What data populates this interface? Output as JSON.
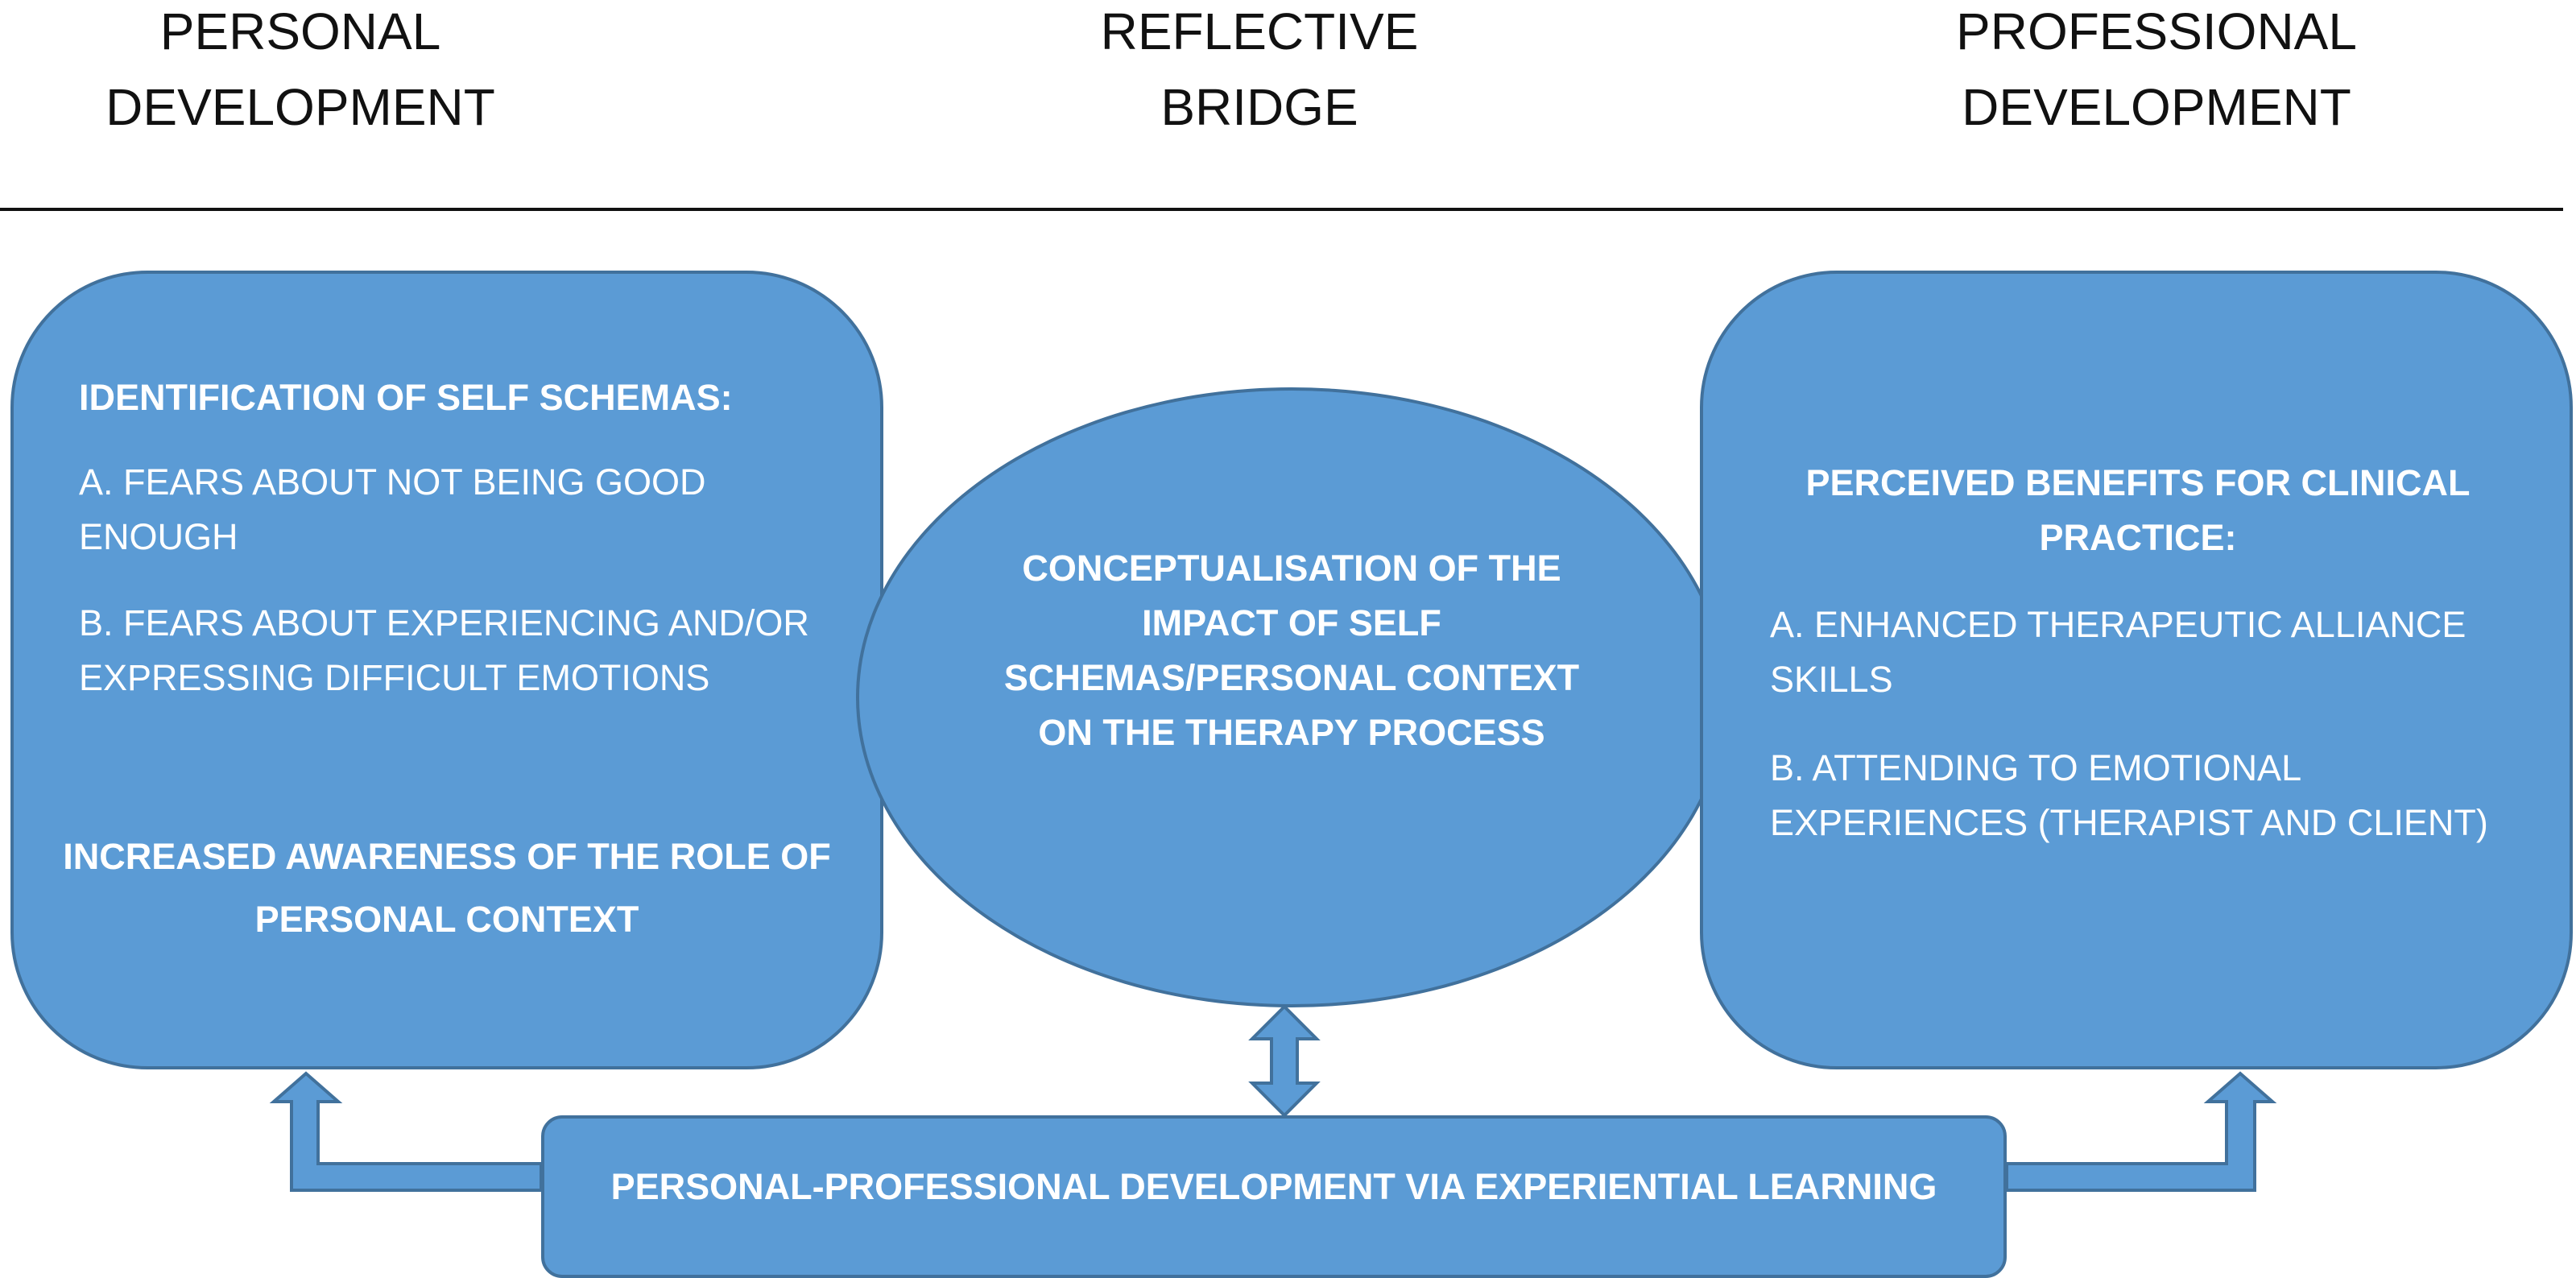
{
  "headings": {
    "personal": [
      "PERSONAL",
      "DEVELOPMENT"
    ],
    "bridge": [
      "REFLECTIVE",
      "BRIDGE"
    ],
    "professional": [
      "PROFESSIONAL",
      "DEVELOPMENT"
    ]
  },
  "left_box": {
    "title": "IDENTIFICATION OF SELF SCHEMAS:",
    "item_a": "A. FEARS ABOUT NOT BEING GOOD ENOUGH",
    "item_b": "B. FEARS ABOUT EXPERIENCING AND/OR EXPRESSING DIFFICULT EMOTIONS",
    "footer": "INCREASED AWARENESS OF THE ROLE OF PERSONAL CONTEXT"
  },
  "ellipse": {
    "text": "CONCEPTUALISATION OF THE IMPACT OF SELF SCHEMAS/PERSONAL CONTEXT ON THE THERAPY PROCESS"
  },
  "right_box": {
    "title": "PERCEIVED BENEFITS FOR CLINICAL PRACTICE:",
    "item_a": "A. ENHANCED THERAPEUTIC ALLIANCE SKILLS",
    "item_b": "B. ATTENDING TO EMOTIONAL EXPERIENCES (THERAPIST AND CLIENT)"
  },
  "bottom_box": {
    "text": "PERSONAL-PROFESSIONAL DEVELOPMENT VIA EXPERIENTIAL LEARNING"
  },
  "colors": {
    "fill": "#5b9bd5",
    "stroke": "#41719c",
    "text": "#ffffff",
    "rule": "#111111"
  }
}
